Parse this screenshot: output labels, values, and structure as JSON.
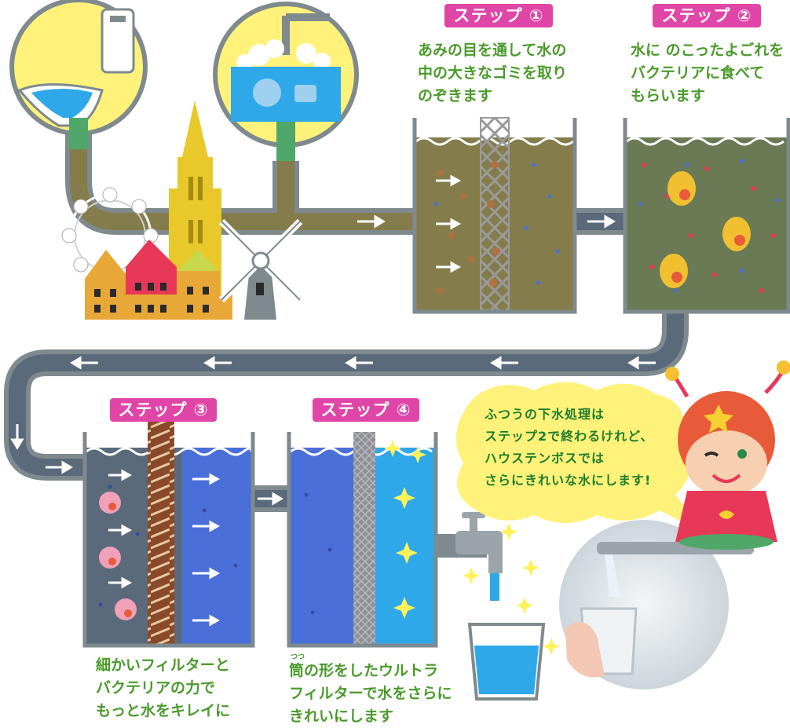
{
  "colors": {
    "badge": "#e045a8",
    "caption_text": "#4a9a2a",
    "speech_text": "#1e7d2c",
    "speech_bubble": "#fff27a",
    "pipe": "#7e8a8e",
    "sewage": "#857c4c",
    "clean_water": "#4a6fd8",
    "bright_water": "#2ea8e8"
  },
  "steps": [
    {
      "badge": "ステップ ①",
      "caption": [
        "あみの目を通して水の",
        "中の大きなゴミを取り",
        "のぞきます"
      ]
    },
    {
      "badge": "ステップ ②",
      "caption": [
        "水に のこったよごれを",
        "バクテリアに食べて",
        "もらいます"
      ]
    },
    {
      "badge": "ステップ ③",
      "caption": [
        "細かいフィルターと",
        "バクテリアの力で",
        "もっと水をキレイに"
      ]
    },
    {
      "badge": "ステップ ④",
      "caption": [
        "筒の形をしたウルトラ",
        "フィルターで水をさらに",
        "きれいにします"
      ],
      "ruby": "つつ"
    }
  ],
  "speech_bubble": {
    "lines": [
      "ふつうの下水処理は",
      "ステップ2で終わるけれど、",
      "ハウステンボスでは",
      "さらにきれいな水にします!"
    ]
  },
  "icons": [
    "toilet-icon",
    "kitchen-sink-icon",
    "tower-icon",
    "ferris-wheel-icon",
    "windmill-icon",
    "bacteria-icon",
    "sparkle-icon",
    "faucet-icon",
    "glass-icon",
    "mascot-icon"
  ]
}
